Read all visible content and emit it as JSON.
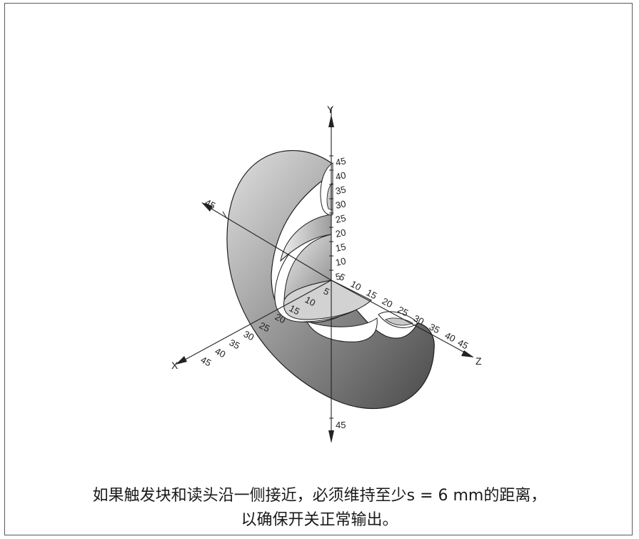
{
  "axes": {
    "y_label": "Y",
    "x_label": "X",
    "z_label": "Z",
    "neg_x_label": "45",
    "neg_y_label": "45",
    "y_ticks": [
      "5",
      "10",
      "15",
      "20",
      "25",
      "30",
      "35",
      "40",
      "45"
    ],
    "z_ticks": [
      "5",
      "10",
      "15",
      "20",
      "25",
      "30",
      "35",
      "40",
      "45"
    ],
    "x_ticks": [
      "5",
      "10",
      "15",
      "20",
      "25",
      "30",
      "35",
      "40",
      "45"
    ]
  },
  "caption": {
    "line1": "如果触发块和读头沿一侧接近，必须维持至少s = 6 mm的距离，",
    "line2": "以确保开关正常输出。"
  },
  "colors": {
    "frame": "#5a5a5a",
    "shape_light": "#cfcfcf",
    "shape_dark": "#555555",
    "axis": "#222222"
  }
}
